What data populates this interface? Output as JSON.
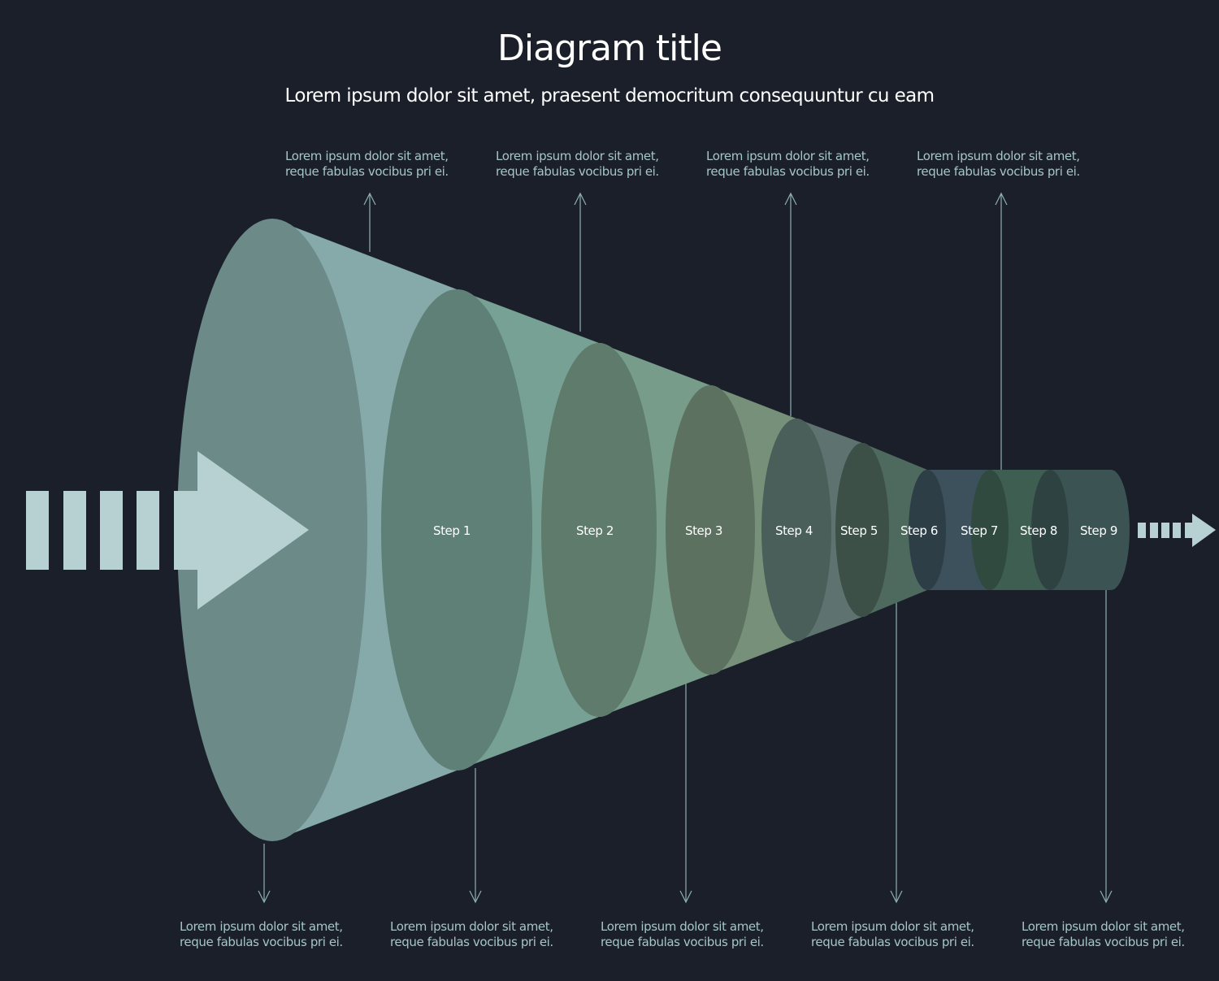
{
  "title": "Diagram title",
  "subtitle": "Lorem ipsum dolor sit amet, praesent democritum consequuntur cu eam",
  "steps": [
    "Step 1",
    "Step 2",
    "Step 3",
    "Step 4",
    "Step 5",
    "Step 6",
    "Step 7",
    "Step 8",
    "Step 9"
  ],
  "notes_top": [
    {
      "line1": "Lorem ipsum dolor sit amet,",
      "line2": "reque fabulas vocibus pri ei."
    },
    {
      "line1": "Lorem ipsum dolor sit amet,",
      "line2": "reque fabulas vocibus pri ei."
    },
    {
      "line1": "Lorem ipsum dolor sit amet,",
      "line2": "reque fabulas vocibus pri ei."
    },
    {
      "line1": "Lorem ipsum dolor sit amet,",
      "line2": "reque fabulas vocibus pri ei."
    }
  ],
  "notes_bottom": [
    {
      "line1": "Lorem ipsum dolor sit amet,",
      "line2": "reque fabulas vocibus pri ei."
    },
    {
      "line1": "Lorem ipsum dolor sit amet,",
      "line2": "reque fabulas vocibus pri ei."
    },
    {
      "line1": "Lorem ipsum dolor sit amet,",
      "line2": "reque fabulas vocibus pri ei."
    },
    {
      "line1": "Lorem ipsum dolor sit amet,",
      "line2": "reque fabulas vocibus pri ei."
    },
    {
      "line1": "Lorem ipsum dolor sit amet,",
      "line2": "reque fabulas vocibus pri ei."
    }
  ],
  "colors": {
    "background": "#1a1f2a",
    "arrow": "#b7d0d1",
    "leader": "#8fb0b0",
    "bodies": [
      "#86aaaa",
      "#78a196",
      "#779c8a",
      "#76907a",
      "#5e7270",
      "#4e6a5e",
      "#3d515c",
      "#3f5e52",
      "#3b5353"
    ],
    "faces": [
      "#6b8a88",
      "#5f8077",
      "#5f7b6c",
      "#5d7161",
      "#4a5f5a",
      "#3c5048",
      "#2e3e47",
      "#304a3f",
      "#2f4242"
    ]
  }
}
